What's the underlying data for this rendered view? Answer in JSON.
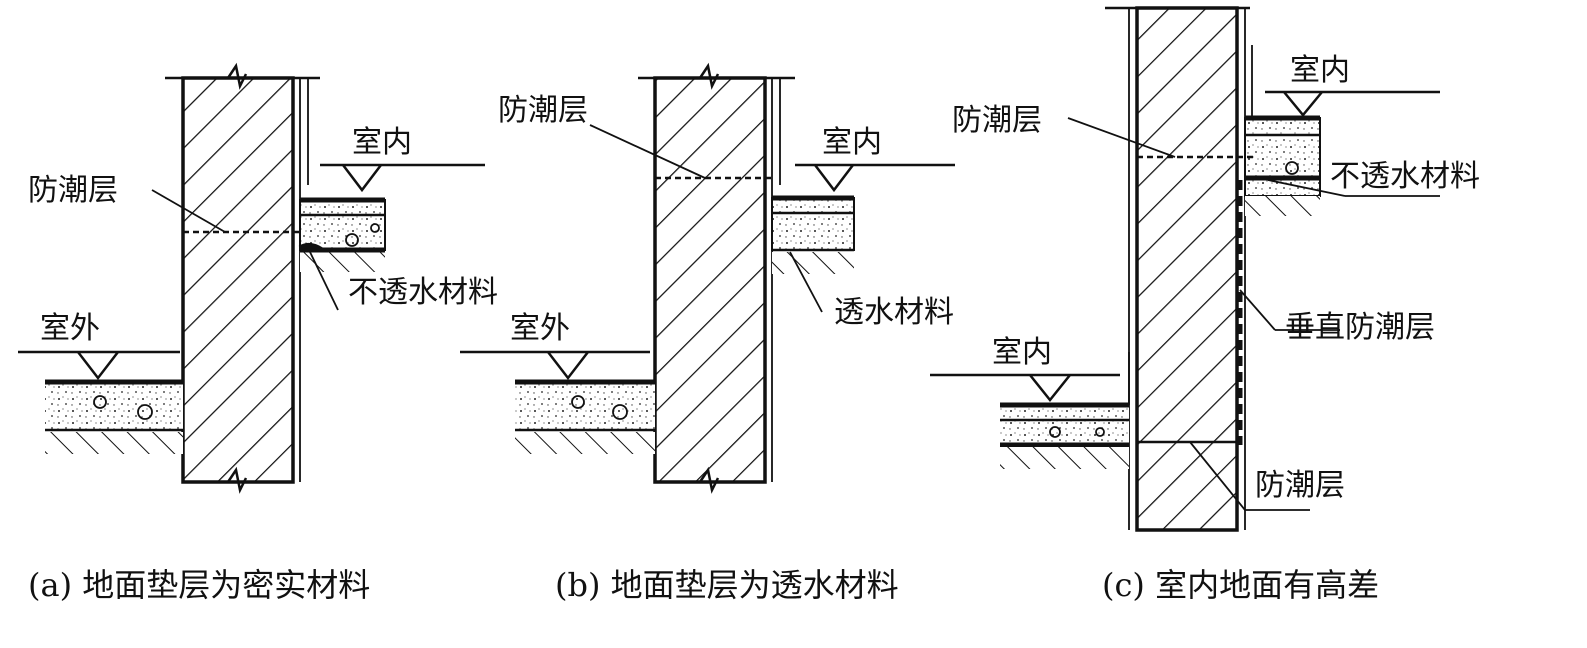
{
  "panels": [
    {
      "caption": "(a) 地面垫层为密实材料",
      "labels": {
        "indoor": "室内",
        "outdoor": "室外",
        "dpc": "防潮层",
        "material": "不透水材料"
      }
    },
    {
      "caption": "(b) 地面垫层为透水材料",
      "labels": {
        "indoor": "室内",
        "outdoor": "室外",
        "dpc": "防潮层",
        "material": "透水材料"
      }
    },
    {
      "caption": "(c) 室内地面有高差",
      "labels": {
        "indoor_upper": "室内",
        "indoor_lower": "室内",
        "dpc_upper": "防潮层",
        "material": "不透水材料",
        "vertical_dpc": "垂直防潮层",
        "dpc_lower": "防潮层"
      }
    }
  ]
}
